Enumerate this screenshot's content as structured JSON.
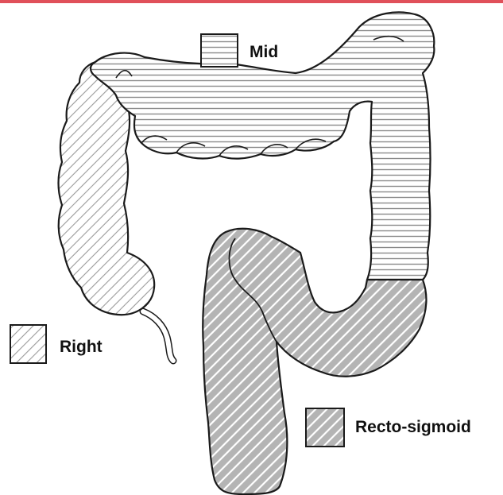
{
  "legend": {
    "mid": {
      "label": "Mid",
      "pattern": "horizontal-lines"
    },
    "right": {
      "label": "Right",
      "pattern": "light-diagonal-lines"
    },
    "recto_sigmoid": {
      "label": "Recto-sigmoid",
      "pattern": "dark-diagonal-lines"
    }
  },
  "colors": {
    "top_bar": "#e0505a",
    "outline": "#1a1a1a",
    "mid_fill_lines": "#8a8a8a",
    "right_fill_lines": "#9a9a9a",
    "recto_fill": "#b4b4b4",
    "recto_lines": "#ffffff"
  }
}
